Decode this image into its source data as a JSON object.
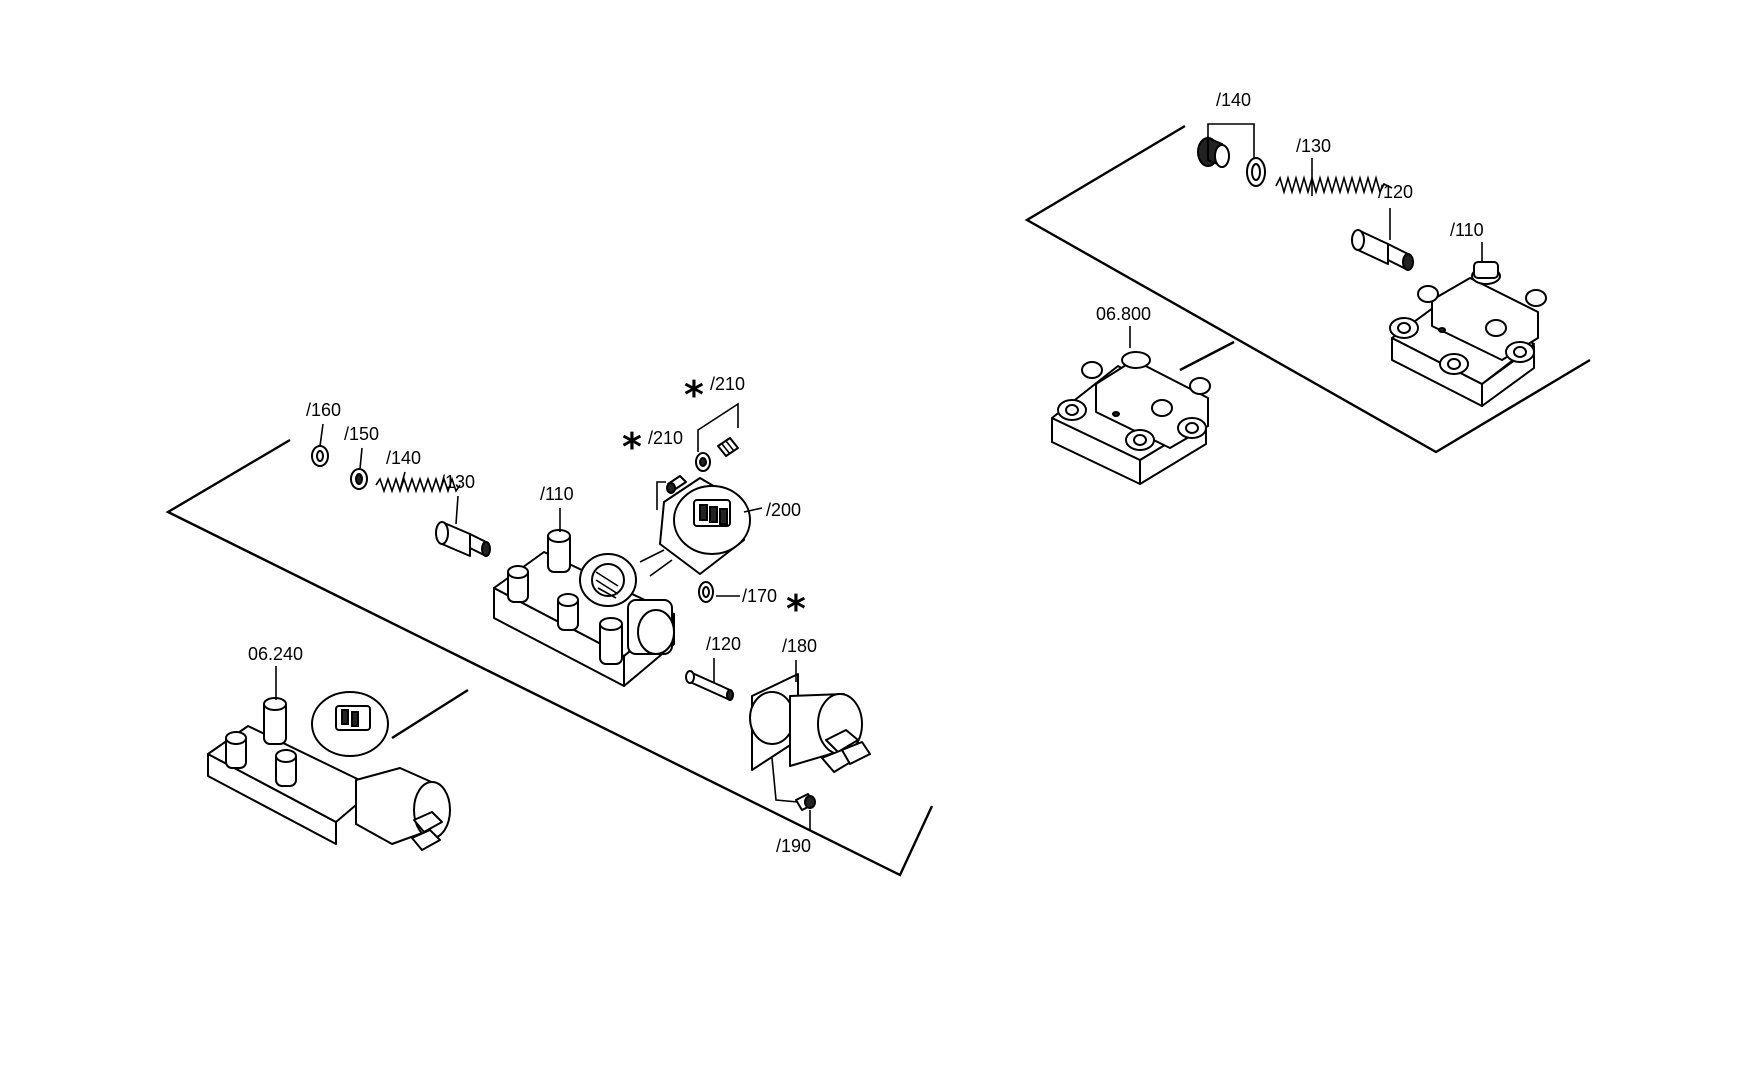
{
  "callouts": {
    "left_160": "/160",
    "left_150": "/150",
    "left_140": "/140",
    "left_130": "/130",
    "left_110": "/110",
    "left_210_a": "/210",
    "left_210_b": "/210",
    "left_200": "/200",
    "left_170": "/170",
    "left_120": "/120",
    "left_180": "/180",
    "left_190": "/190",
    "left_assembly": "06.240",
    "right_140": "/140",
    "right_130": "/130",
    "right_120": "/120",
    "right_110": "/110",
    "right_assembly": "06.800"
  },
  "markers": {
    "asterisk": "*"
  }
}
